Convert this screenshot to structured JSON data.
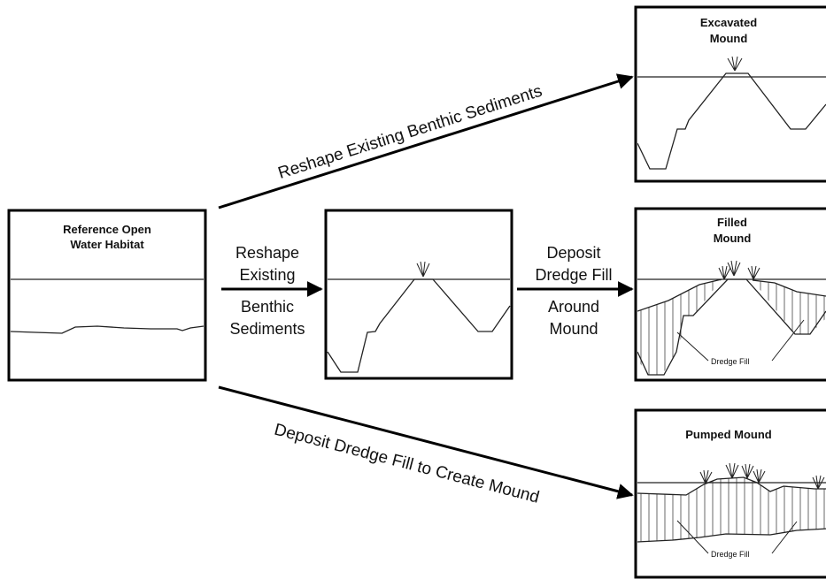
{
  "boxes": {
    "reference": {
      "title_line1": "Reference Open",
      "title_line2": "Water Habitat"
    },
    "excavated": {
      "title_line1": "Excavated",
      "title_line2": "Mound"
    },
    "filled": {
      "title_line1": "Filled",
      "title_line2": "Mound",
      "fill_label": "Dredge Fill"
    },
    "pumped": {
      "title": "Pumped Mound",
      "fill_label": "Dredge Fill"
    }
  },
  "arrows": {
    "top": "Reshape Existing Benthic Sediments",
    "mid_left": {
      "line1": "Reshape",
      "line2": "Existing",
      "line3": "Benthic",
      "line4": "Sediments"
    },
    "mid_right": {
      "line1": "Deposit",
      "line2": "Dredge Fill",
      "line3": "Around",
      "line4": "Mound"
    },
    "bottom": "Deposit Dredge Fill to Create Mound"
  }
}
